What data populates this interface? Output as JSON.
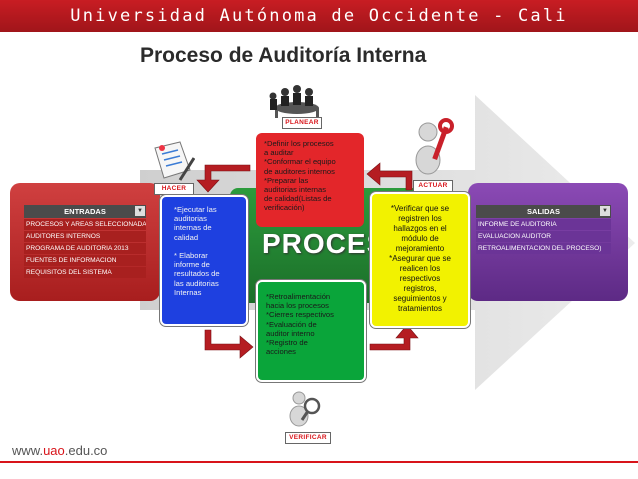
{
  "header": {
    "university": "Universidad Autónoma de Occidente - Cali"
  },
  "title": "Proceso de Auditoría Interna",
  "entradas": {
    "heading": "ENTRADAS",
    "items": [
      "PROCESOS Y AREAS SELECCIONADAS",
      "AUDITORES INTERNOS",
      "PROGRAMA DE AUDITORIA 2013",
      "FUENTES DE INFORMACION",
      "REQUISITOS DEL SISTEMA"
    ]
  },
  "salidas": {
    "heading": "SALIDAS",
    "items": [
      "INFORME DE AUDITORIA",
      "EVALUACION AUDITOR",
      "RETROALIMENTACION DEL PROCESO)"
    ]
  },
  "proceso": "PROCESO",
  "labels": {
    "planear": "PLANEAR",
    "hacer": "HACER",
    "actuar": "ACTUAR",
    "verificar": "VERIFICAR"
  },
  "planear_lines": [
    "*Definir los procesos",
    "a auditar",
    "*Conformar el equipo",
    "de auditores internos",
    "*Preparar las",
    "auditorias internas",
    "de calidad(Listas de",
    "verificación)"
  ],
  "hacer_lines": [
    "*Ejecutar las",
    "auditorias",
    "internas de",
    "calidad",
    "",
    "* Elaborar",
    "informe de",
    "resultados de",
    "las auditorias",
    "Internas"
  ],
  "actuar_lines": [
    "*Verificar que se",
    "registren los",
    "hallazgos en el",
    "módulo de",
    "mejoramiento",
    "*Asegurar que se",
    "realicen los",
    "respectivos",
    "registros,",
    "seguimientos y",
    "tratamientos"
  ],
  "verificar_lines": [
    "*Retroalimentación",
    "hacia los procesos",
    "*Cierres respectivos",
    "*Evaluación de",
    "auditor interno",
    "*Registro de",
    "acciones"
  ],
  "footer": {
    "prefix": "www.",
    "brand": "uao",
    "suffix": ".edu.co"
  },
  "colors": {
    "banner": "#c81d23",
    "planear": "#e3262a",
    "hacer": "#1e40e0",
    "actuar": "#f2f200",
    "verificar": "#0aa53a",
    "proceso": "#2c9b3c",
    "entradas": "#a81e1e",
    "salidas": "#5d2a85"
  }
}
